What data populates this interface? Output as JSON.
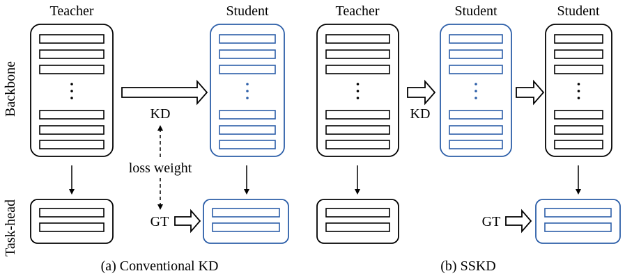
{
  "colors": {
    "black": "#000000",
    "blue": "#2c5ea8",
    "white": "#ffffff"
  },
  "row_labels": {
    "backbone": "Backbone",
    "task_head": "Task-head"
  },
  "panel_a": {
    "teacher_title": "Teacher",
    "student_title": "Student",
    "kd_label": "KD",
    "loss_weight_label": "loss weight",
    "gt_label": "GT",
    "caption": "(a) Conventional KD"
  },
  "panel_b": {
    "teacher_title": "Teacher",
    "student1_title": "Student",
    "student2_title": "Student",
    "kd_label": "KD",
    "gt_label": "GT",
    "caption": "(b) SSKD"
  }
}
